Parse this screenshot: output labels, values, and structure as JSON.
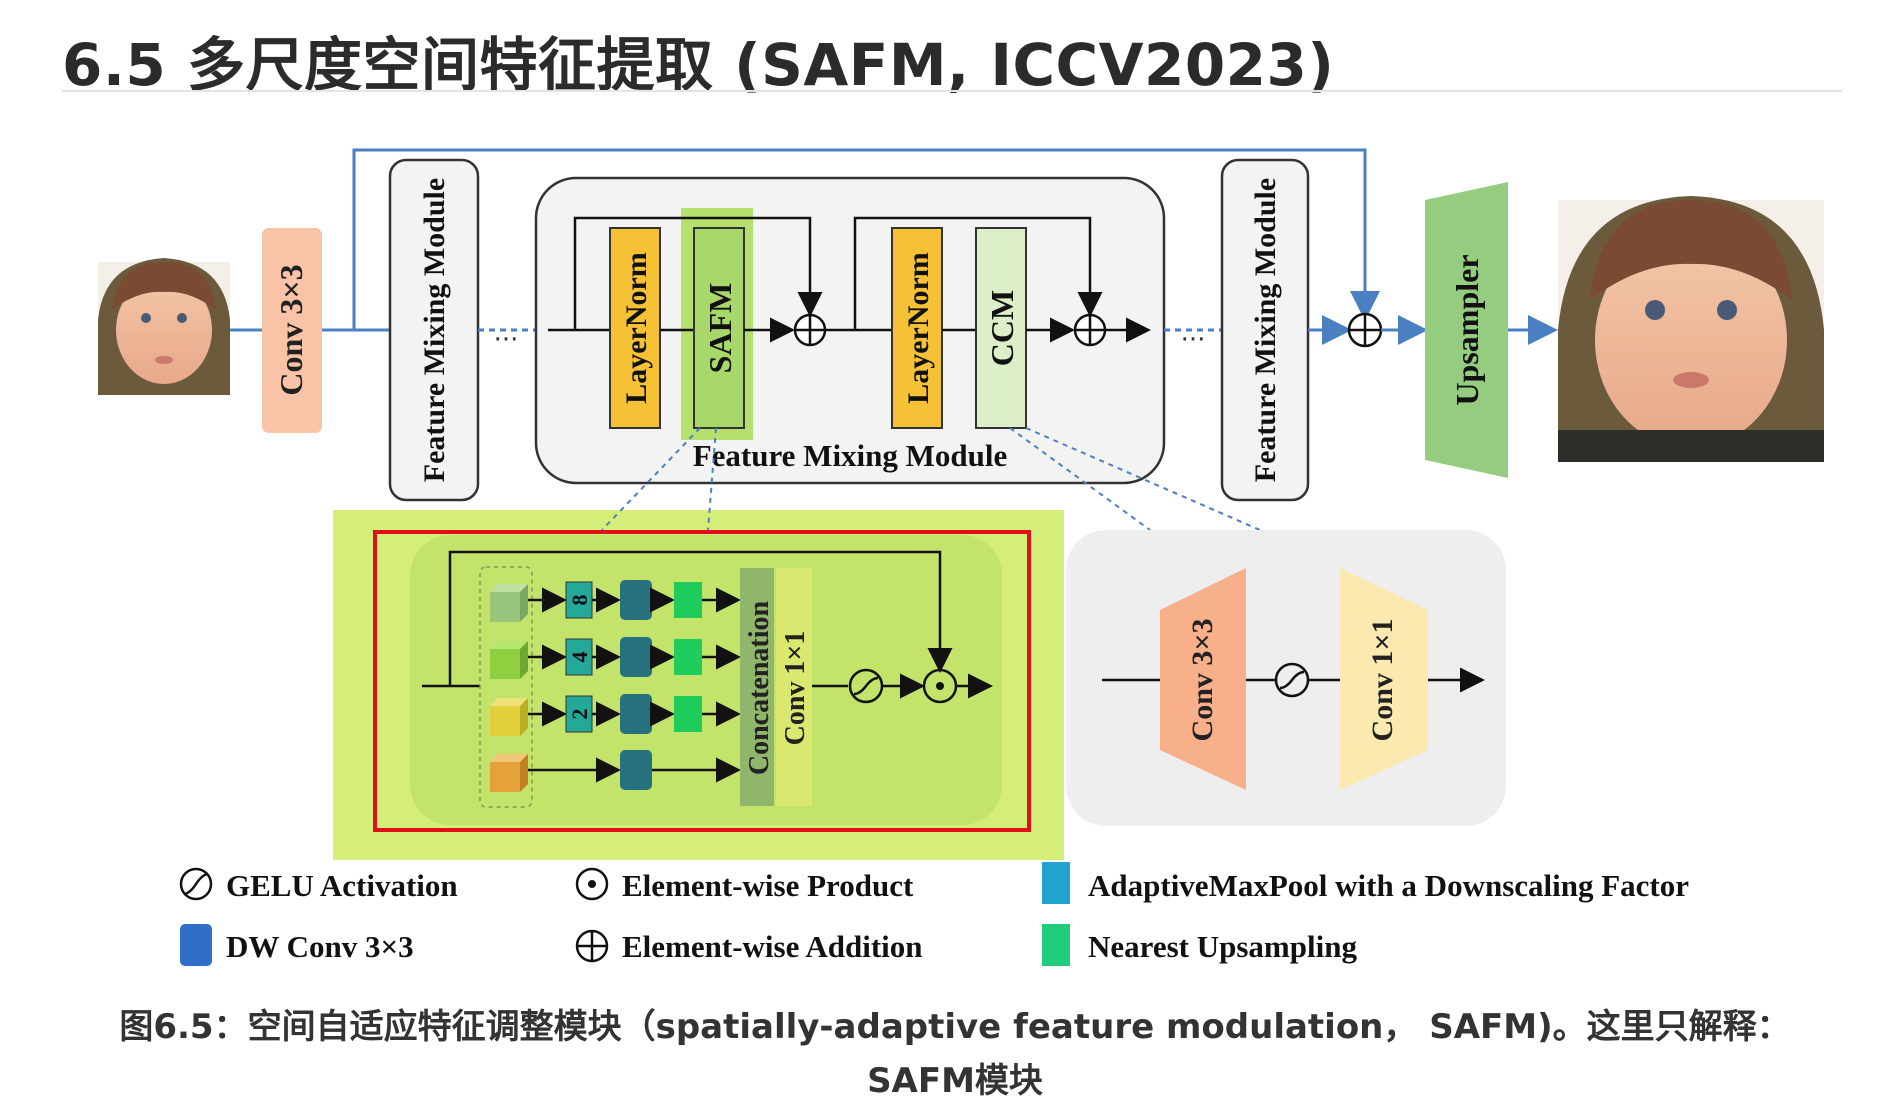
{
  "page": {
    "title": "6.5  多尺度空间特征提取 (SAFM, ICCV2023)"
  },
  "diagram": {
    "input_image": "baby-face-low-resolution",
    "output_image": "baby-face-high-resolution",
    "conv_in_label": "Conv 3×3",
    "fmm_left_label": "Feature Mixing Module",
    "fmm_right_label": "Feature Mixing Module",
    "ellipsis": "···",
    "fmm_center": {
      "layernorm1_label": "LayerNorm",
      "safm_label": "SAFM",
      "layernorm2_label": "LayerNorm",
      "ccm_label": "CCM",
      "caption": "Feature Mixing Module"
    },
    "upsampler_label": "Upsampler",
    "safm_detail": {
      "scale_labels": [
        "8",
        "4",
        "2"
      ],
      "concat_label": "Concatenation",
      "conv1x1_label": "Conv 1×1"
    },
    "ccm_detail": {
      "conv3_label": "Conv 3×3",
      "conv1_label": "Conv 1×1"
    },
    "colors": {
      "blue_line": "#4a7fc1",
      "conv_peach": "#f8c3a6",
      "layernorm_yellow": "#f4c234",
      "safm_green": "#a9d86a",
      "ccm_green": "#dcefc8",
      "upsampler_green": "#96cc7f",
      "safm_highlight": "#d5ee7a",
      "red_frame": "#e0101a",
      "dw_conv_blue": "#27707d",
      "upsampling_green": "#1fcd5f",
      "pool_teal": "#24a89a"
    }
  },
  "legend": {
    "gelu": "GELU Activation",
    "product": "Element-wise Product",
    "pool": "AdaptiveMaxPool with a Downscaling Factor",
    "dwconv": "DW Conv 3×3",
    "addition": "Element-wise Addition",
    "upsampling": "Nearest Upsampling"
  },
  "caption": "图6.5：空间自适应特征调整模块（spatially-adaptive feature modulation， SAFM)。这里只解释：SAFM模块"
}
